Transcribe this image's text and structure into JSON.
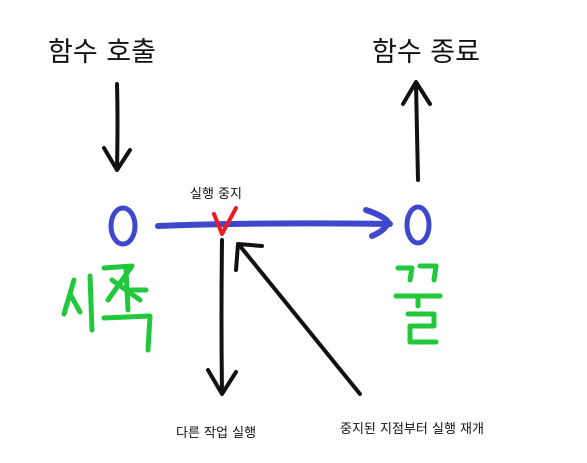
{
  "labels": {
    "call": "함수 호출",
    "exit": "함수 종료",
    "suspend": "실행 중지",
    "other_work": "다른 작업 실행",
    "resume": "중지된 지점부터 실행 재개"
  },
  "handwritten": {
    "start": "시작",
    "end": "끝"
  },
  "colors": {
    "ink": "#111111",
    "blue": "#3f48cc",
    "red": "#ed1c24",
    "green": "#22c83c"
  }
}
